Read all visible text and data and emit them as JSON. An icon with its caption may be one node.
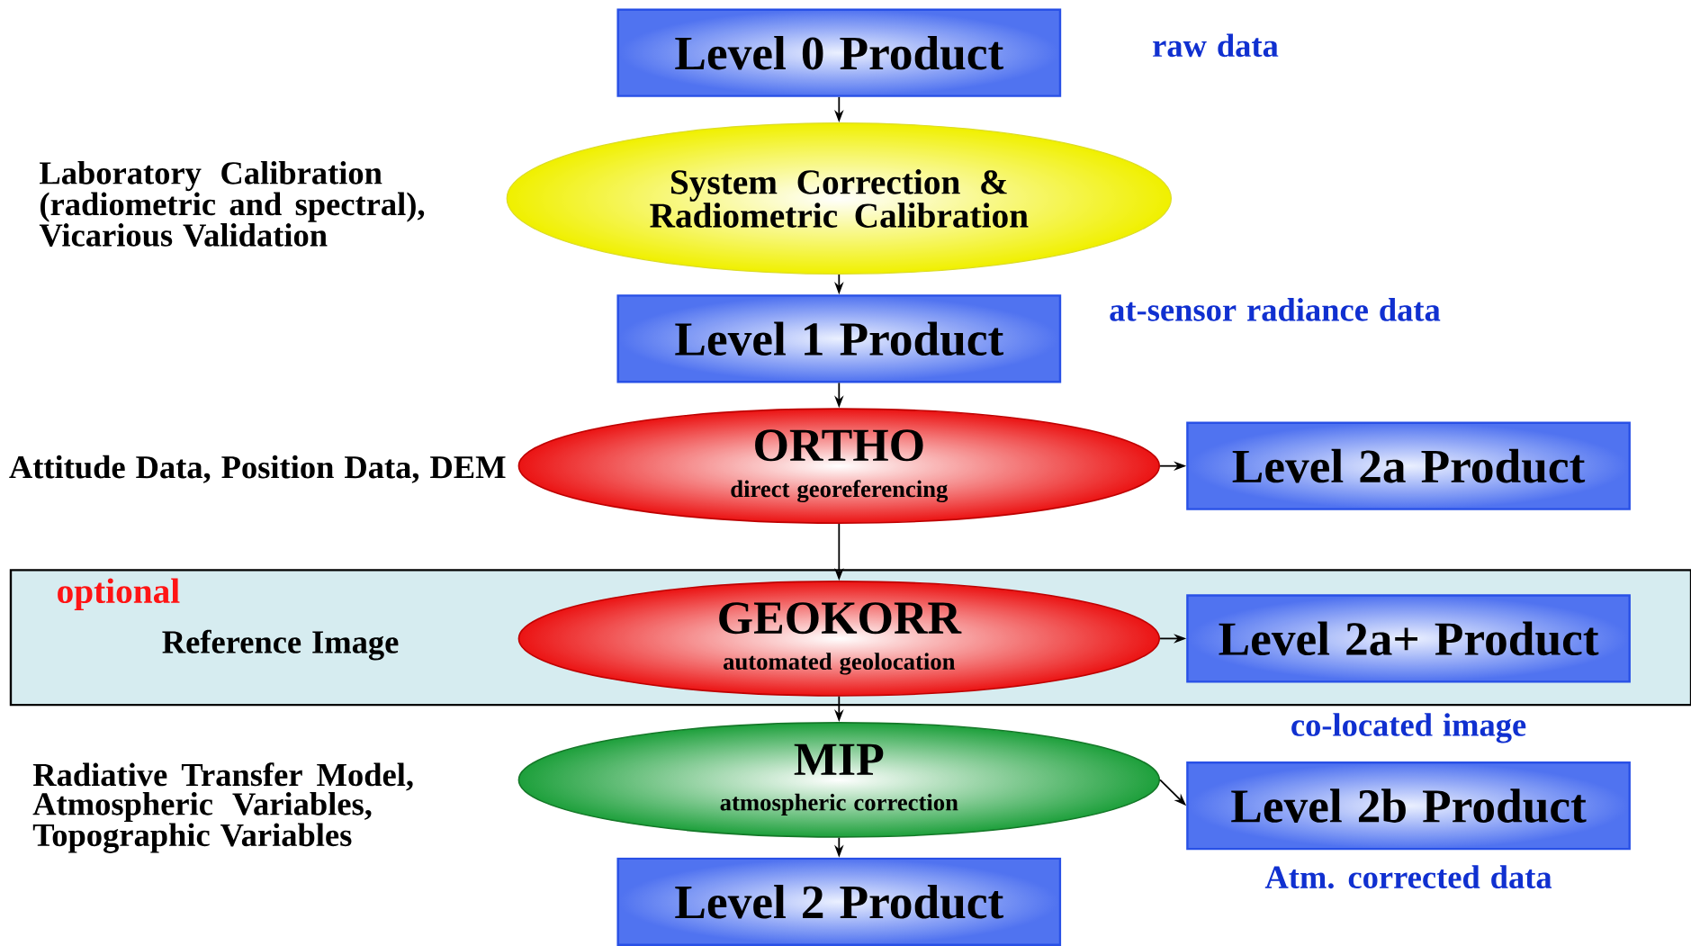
{
  "diagram": {
    "nodes": [
      {
        "text": [
          "Level 0 Product"
        ],
        "beside": [
          "raw data"
        ]
      },
      {
        "text": [
          "System Correction & Radiometric Calibration"
        ],
        "beside": [
          "Laboratory Calibration (radiometric and spectral), Vicarious Validation"
        ]
      },
      {
        "text": [
          "Level 1 Product"
        ]
      },
      {
        "text": [
          "ORTHO",
          "direct georeferencing"
        ],
        "beside": [
          "Attitude Data, Position Data, DEM"
        ]
      },
      {
        "text": [
          "Level 2a Product"
        ]
      },
      {
        "text": [
          "optional"
        ]
      },
      {
        "text": [
          "GEOKORR",
          "automated geolocation"
        ],
        "beside": [
          "Reference Image"
        ],
        "in": 5
      },
      {
        "text": [
          "Level 2a+ Product"
        ],
        "beside": [
          "co-located image"
        ],
        "in": 5
      },
      {
        "text": [
          "MIP",
          "atmospheric correction"
        ],
        "beside": [
          "Radiative Transfer Model, Atmospheric Variables, Topographic Variables"
        ]
      },
      {
        "text": [
          "Level 2b Product"
        ],
        "beside": [
          "Atm. corrected data"
        ]
      },
      {
        "text": [
          "Level 2 Product"
        ]
      }
    ],
    "edges": [
      {
        "from": 0,
        "to": 1,
        "arrow": "to"
      },
      {
        "from": 1,
        "to": 2,
        "arrow": "to"
      },
      {
        "from": 2,
        "to": 3,
        "arrow": "to"
      },
      {
        "from": 3,
        "to": 4,
        "arrow": "to"
      },
      {
        "from": 3,
        "to": 6,
        "arrow": "to"
      },
      {
        "from": 6,
        "to": 7,
        "arrow": "to"
      },
      {
        "from": 6,
        "to": 8,
        "arrow": "to"
      },
      {
        "from": 8,
        "to": 9,
        "arrow": "to"
      },
      {
        "from": 8,
        "to": 10,
        "arrow": "to"
      }
    ],
    "labels": [
      "at-sensor radiance data"
    ]
  }
}
